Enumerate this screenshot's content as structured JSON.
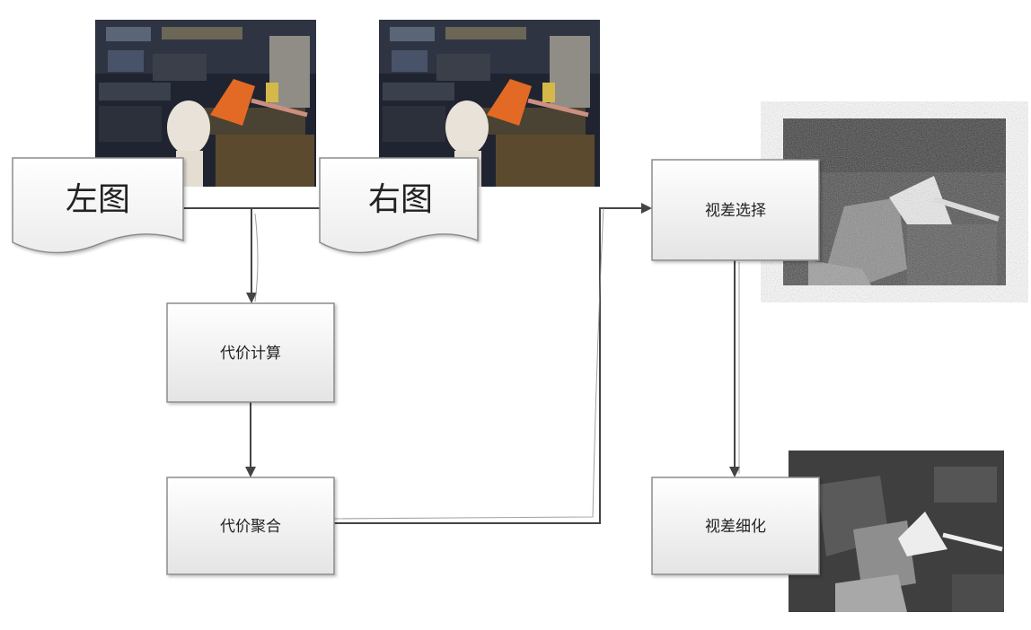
{
  "nodes": {
    "left_image": "左图",
    "right_image": "右图",
    "cost_computation": "代价计算",
    "cost_aggregation": "代价聚合",
    "disparity_selection": "视差选择",
    "disparity_refinement": "视差细化"
  },
  "images": {
    "left_photo": "stereo-left-photo",
    "right_photo": "stereo-right-photo",
    "raw_disparity": "raw-disparity-map",
    "refined_disparity": "refined-disparity-map"
  },
  "colors": {
    "box_fill_top": "#ffffff",
    "box_fill_bottom": "#e6e6e6",
    "box_stroke": "#8c8c8c",
    "connector": "#444444"
  }
}
